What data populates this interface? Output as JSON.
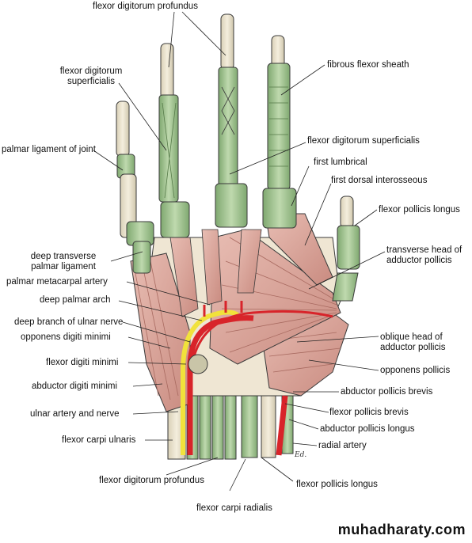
{
  "labels": {
    "fdp_top": "flexor digitorum profundus",
    "fds_left_1": "flexor digitorum",
    "fds_left_2": "superficialis",
    "fibrous_sheath": "fibrous flexor sheath",
    "palmar_lig_joint": "palmar ligament of joint",
    "fds_right": "flexor digitorum superficialis",
    "first_lumbrical": "first lumbrical",
    "first_dorsal_interosseous": "first dorsal interosseous",
    "fpl_top": "flexor pollicis longus",
    "transverse_head_1": "transverse head of",
    "transverse_head_2": "adductor pollicis",
    "deep_transverse_1": "deep transverse",
    "deep_transverse_2": "palmar ligament",
    "palmar_metacarpal_artery": "palmar metacarpal artery",
    "deep_palmar_arch": "deep palmar arch",
    "deep_branch_ulnar": "deep branch of ulnar nerve",
    "opponens_digiti_minimi": "opponens digiti minimi",
    "oblique_head_1": "oblique head of",
    "oblique_head_2": "adductor pollicis",
    "flexor_digiti_minimi": "flexor digiti minimi",
    "opponens_pollicis": "opponens pollicis",
    "abductor_digiti_minimi": "abductor digiti minimi",
    "abductor_pollicis_brevis": "abductor pollicis brevis",
    "ulnar_artery_nerve": "ulnar artery and nerve",
    "flexor_pollicis_brevis": "flexor pollicis brevis",
    "abductor_pollicis_longus": "abductor pollicis longus",
    "flexor_carpi_ulnaris": "flexor carpi ulnaris",
    "radial_artery": "radial artery",
    "fdp_bottom": "flexor digitorum profundus",
    "fpl_bottom": "flexor pollicis longus",
    "flexor_carpi_radialis": "flexor carpi radialis"
  },
  "signature": "Ed.",
  "watermark": "muhadharaty.com",
  "colors": {
    "tendon_green": "#a9c99a",
    "tendon_green_dark": "#6f9a5f",
    "bone": "#ede6d2",
    "muscle": "#d9a59a",
    "muscle_dark": "#b9746a",
    "artery": "#d8242a",
    "nerve": "#f1e23b"
  }
}
